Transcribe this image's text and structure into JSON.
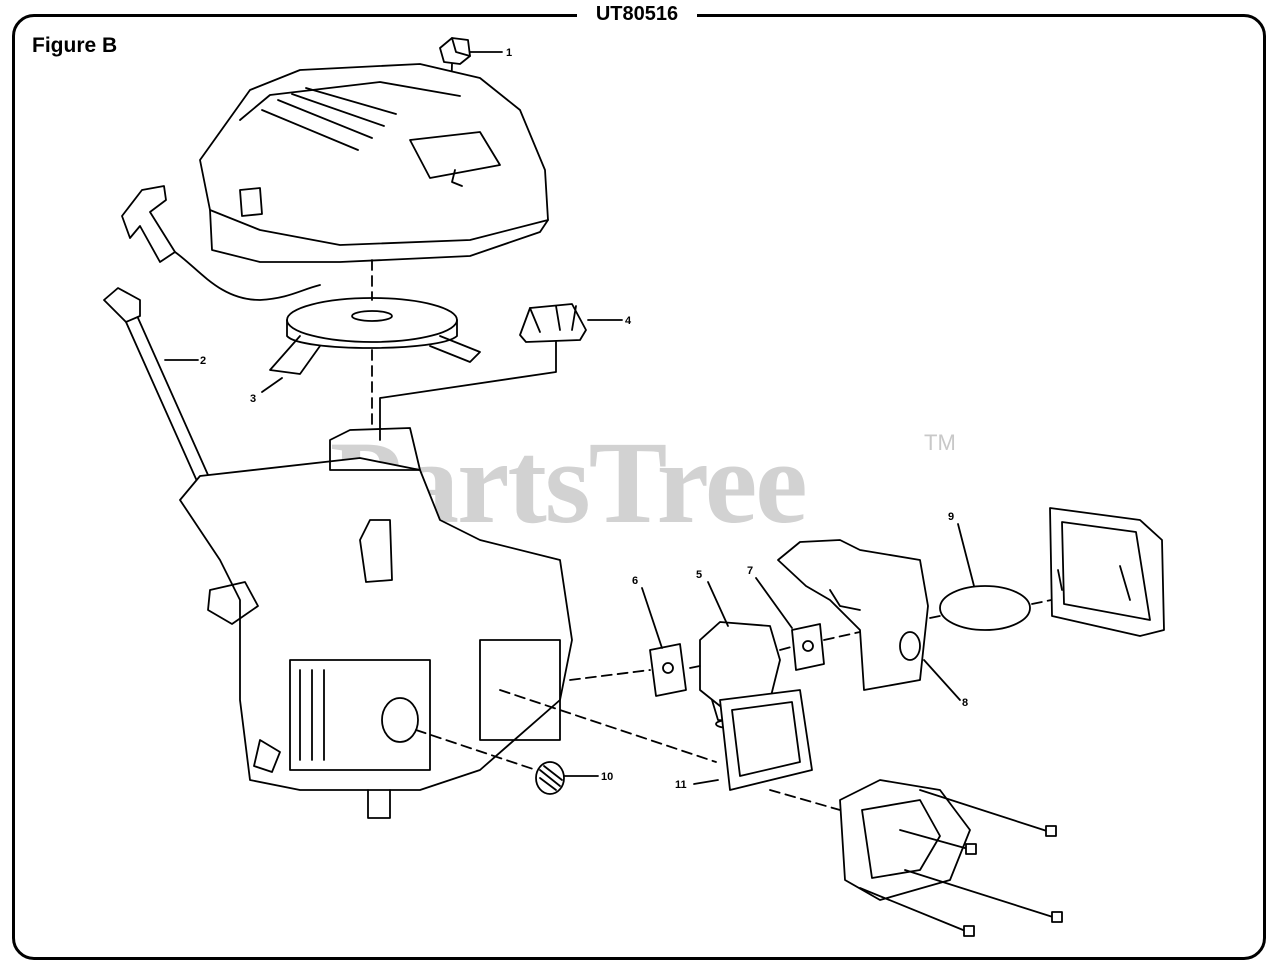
{
  "document": {
    "model_number": "UT80516",
    "figure_label": "Figure B",
    "watermark": "PartsTree",
    "trademark": "TM"
  },
  "callouts": [
    "1",
    "2",
    "3",
    "4",
    "5",
    "6",
    "7",
    "8",
    "9",
    "10",
    "11"
  ],
  "colors": {
    "line": "#000000",
    "watermark": "#d2d2d2",
    "background": "#ffffff"
  }
}
